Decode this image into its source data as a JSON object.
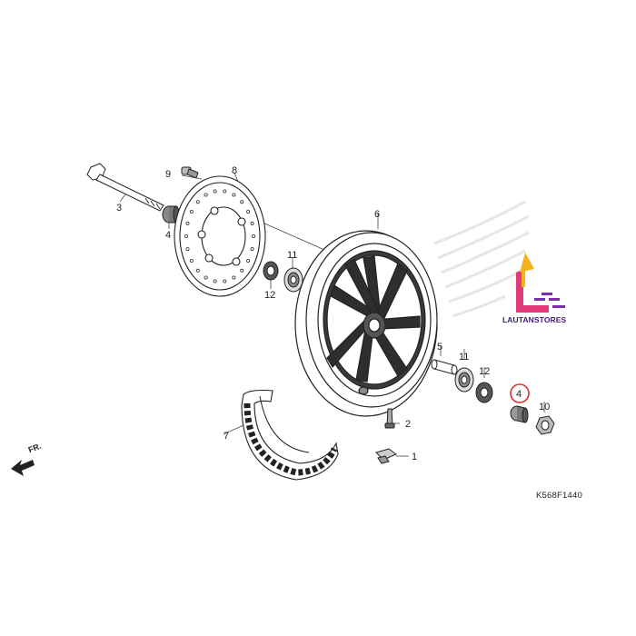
{
  "diagram_code": "K568F1440",
  "watermark_brand": "LAUTANSTORES",
  "direction_label": "FR.",
  "highlight_color": "#e03030",
  "brand_colors": [
    "#f7b21a",
    "#e33a7a",
    "#7a2fa8"
  ],
  "callouts": {
    "c1": "1",
    "c2": "2",
    "c3": "3",
    "c4a": "4",
    "c4b": "4",
    "c5": "5",
    "c6": "6",
    "c7": "7",
    "c8": "8",
    "c9": "9",
    "c10": "10",
    "c11a": "11",
    "c11b": "11",
    "c12a": "12",
    "c12b": "12"
  },
  "highlighted_part": "4"
}
